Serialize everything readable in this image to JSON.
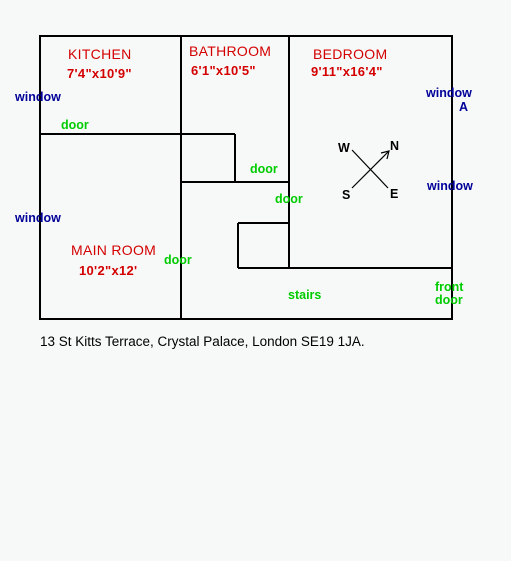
{
  "rooms": {
    "kitchen": {
      "name": "KITCHEN",
      "dims": "7'4\"x10'9\""
    },
    "bathroom": {
      "name": "BATHROOM",
      "dims": "6'1\"x10'5\""
    },
    "bedroom": {
      "name": "BEDROOM",
      "dims": "9'11\"x16'4\""
    },
    "main_room": {
      "name": "MAIN ROOM",
      "dims": "10'2\"x12'"
    }
  },
  "labels": {
    "door": "door",
    "window": "window",
    "window_a_marker": "A",
    "stairs": "stairs",
    "front_door_line1": "front",
    "front_door_line2": "door"
  },
  "compass": {
    "n": "N",
    "s": "S",
    "e": "E",
    "w": "W"
  },
  "address": "13 St Kitts Terrace, Crystal Palace, London SE19 1JA.",
  "colors": {
    "room_text": "#d40000",
    "door_text": "#00cc00",
    "window_text": "#000099",
    "walls": "#000000"
  }
}
